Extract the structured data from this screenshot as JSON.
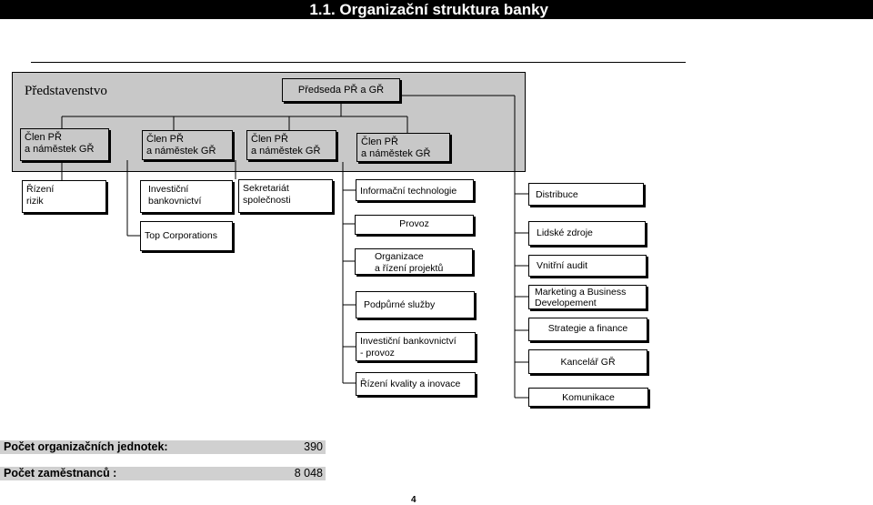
{
  "title": "1.1. Organizační struktura banky",
  "board_label": "Představenstvo",
  "chairman": "Předseda PŘ a GŘ",
  "members": [
    {
      "line1": "Člen PŘ",
      "line2": "a náměstek GŘ"
    },
    {
      "line1": "Člen PŘ",
      "line2": "a náměstek GŘ"
    },
    {
      "line1": "Člen PŘ",
      "line2": "a náměstek GŘ"
    },
    {
      "line1": "Člen PŘ",
      "line2": "a náměstek GŘ"
    }
  ],
  "units": {
    "rizeni_rizik": {
      "line1": "Řízení",
      "line2": "rizik"
    },
    "investicni_bankovnictvi": {
      "line1": "Investiční",
      "line2": "bankovnictví"
    },
    "top_corporations": "Top Corporations",
    "sekretariat": {
      "line1": "Sekretariát",
      "line2": "společnosti"
    },
    "it": "Informační technologie",
    "provoz": "Provoz",
    "organizace": {
      "line1": "Organizace",
      "line2": "a řízení projektů"
    },
    "podpurne": "Podpůrné služby",
    "ib_provoz": {
      "line1": "Investiční bankovnictví",
      "line2": "- provoz"
    },
    "kvalita": "Řízení kvality a inovace",
    "distribuce": "Distribuce",
    "lidske_zdroje": "Lidské zdroje",
    "audit": "Vnitřní audit",
    "marketing": {
      "line1": "Marketing a Business",
      "line2": "Developement"
    },
    "strategie": "Strategie a finance",
    "kancelar": "Kancelář GŘ",
    "komunikace": "Komunikace"
  },
  "stats": [
    {
      "label": "Počet organizačních jednotek:",
      "value": "390"
    },
    {
      "label": "Počet zaměstnanců :",
      "value": "8 048"
    }
  ],
  "page_number": "4"
}
